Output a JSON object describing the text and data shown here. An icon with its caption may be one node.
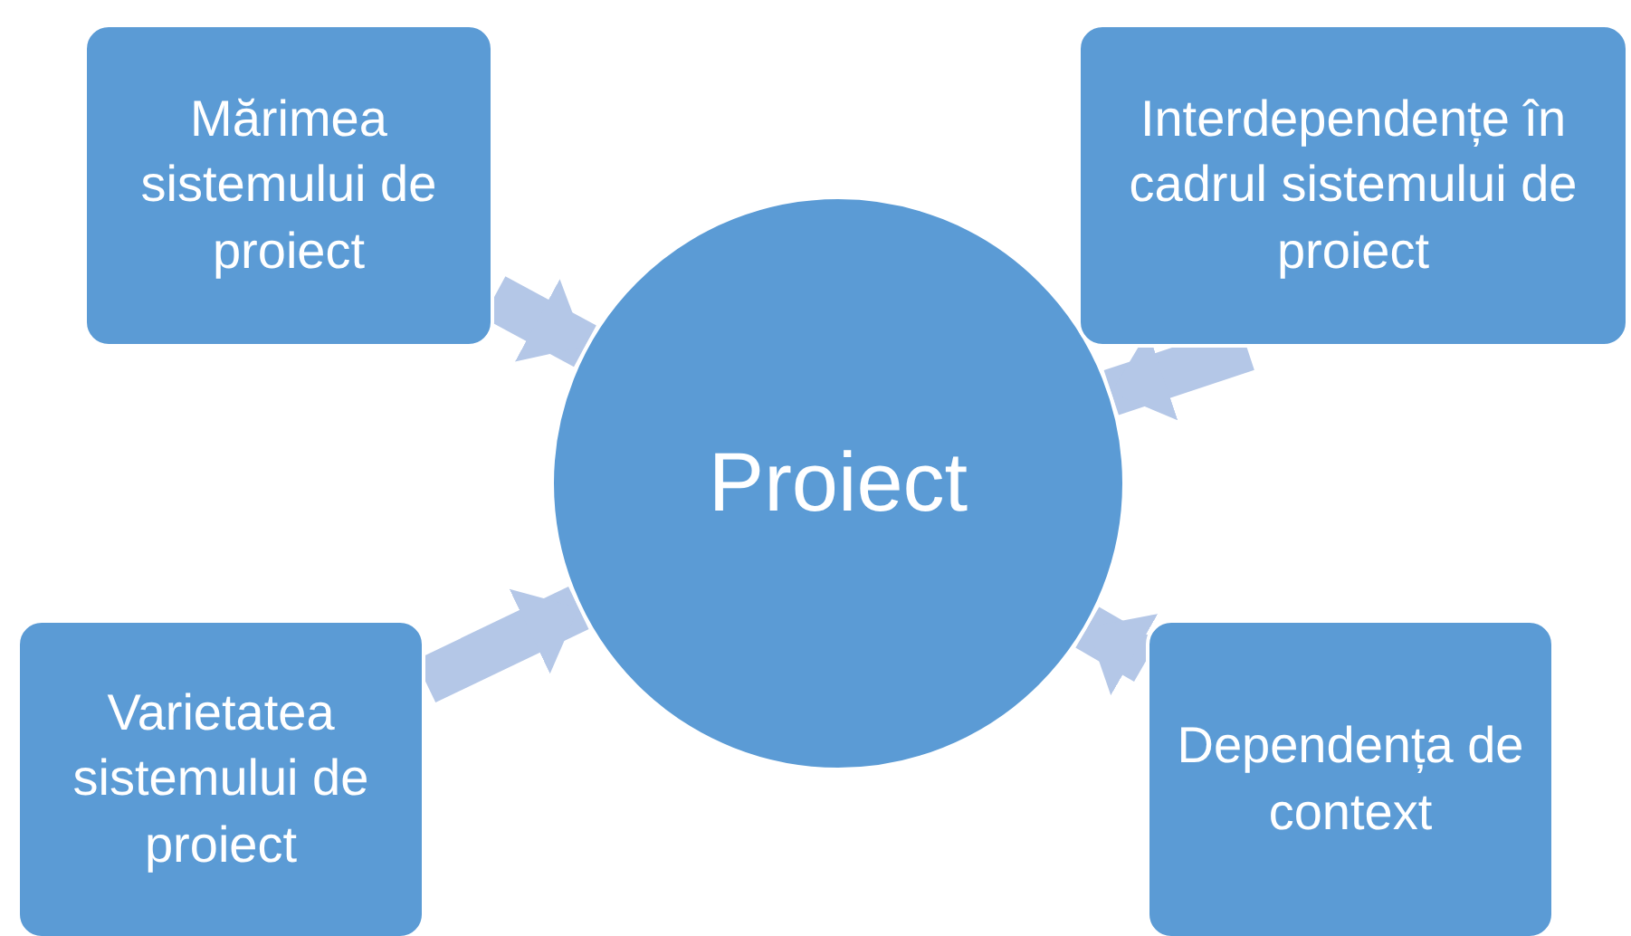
{
  "diagram": {
    "nodes": [
      {
        "text": [
          "Proiect"
        ]
      },
      {
        "text": [
          "Mărimea sistemului de proiect"
        ]
      },
      {
        "text": [
          "Interdependențe în cadrul sistemului de proiect"
        ]
      },
      {
        "text": [
          "Varietatea sistemului de proiect"
        ]
      },
      {
        "text": [
          "Dependența de context"
        ]
      }
    ],
    "edges": [
      {
        "from": 1,
        "to": 0,
        "arrow": "to"
      },
      {
        "from": 2,
        "to": 0,
        "arrow": "to"
      },
      {
        "from": 3,
        "to": 0,
        "arrow": "to"
      },
      {
        "from": 4,
        "to": 0,
        "arrow": "to"
      }
    ]
  }
}
